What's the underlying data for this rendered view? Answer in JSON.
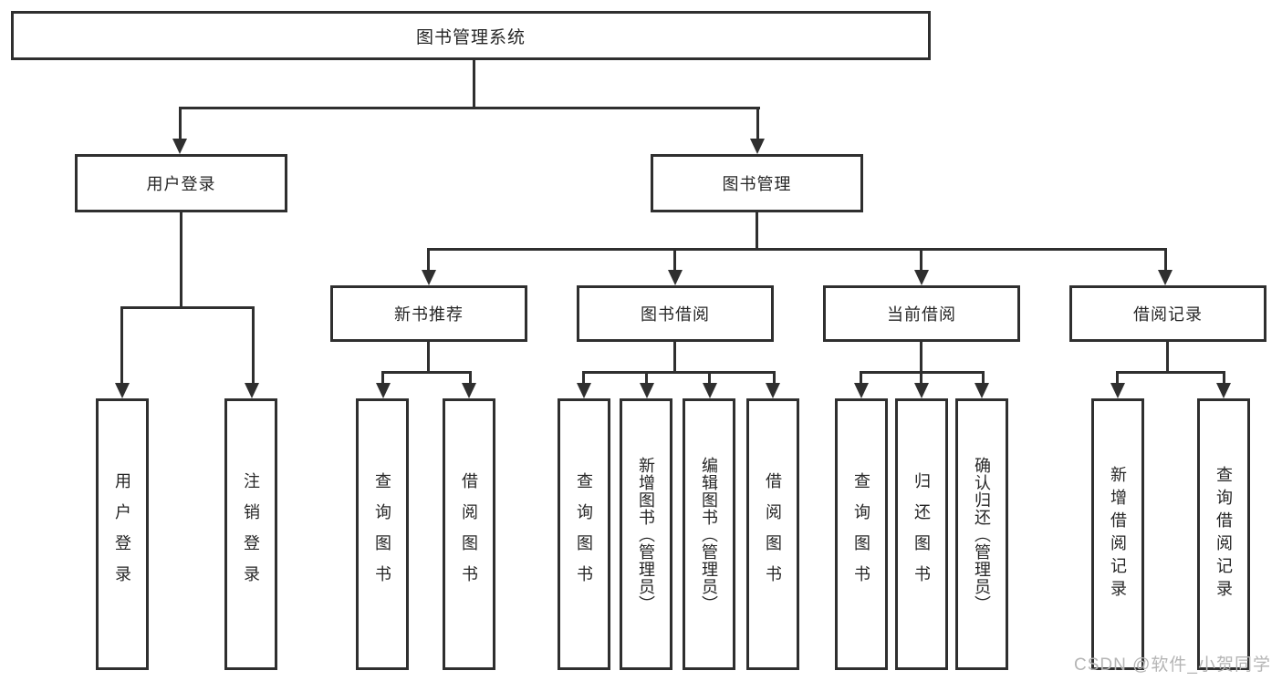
{
  "nodes": {
    "root": "图书管理系统",
    "user_login": "用户登录",
    "book_mgmt": "图书管理",
    "new_book_rec": "新书推荐",
    "book_borrow": "图书借阅",
    "current_borrow": "当前借阅",
    "borrow_record": "借阅记录"
  },
  "leaves": {
    "user_login": [
      "用户登录",
      "注销登录"
    ],
    "new_book_rec": [
      "查询图书",
      "借阅图书"
    ],
    "book_borrow": [
      "查询图书",
      "新增图书（管理员）",
      "编辑图书（管理员）",
      "借阅图书"
    ],
    "current_borrow": [
      "查询图书",
      "归还图书",
      "确认归还（管理员）"
    ],
    "borrow_record": [
      "新增借阅记录",
      "查询借阅记录"
    ]
  },
  "watermark": "CSDN @软件_小贺同学",
  "colors": {
    "line": "#2f2f2f",
    "text": "#262626",
    "watermark": "#b5b5b5",
    "background": "#ffffff"
  }
}
